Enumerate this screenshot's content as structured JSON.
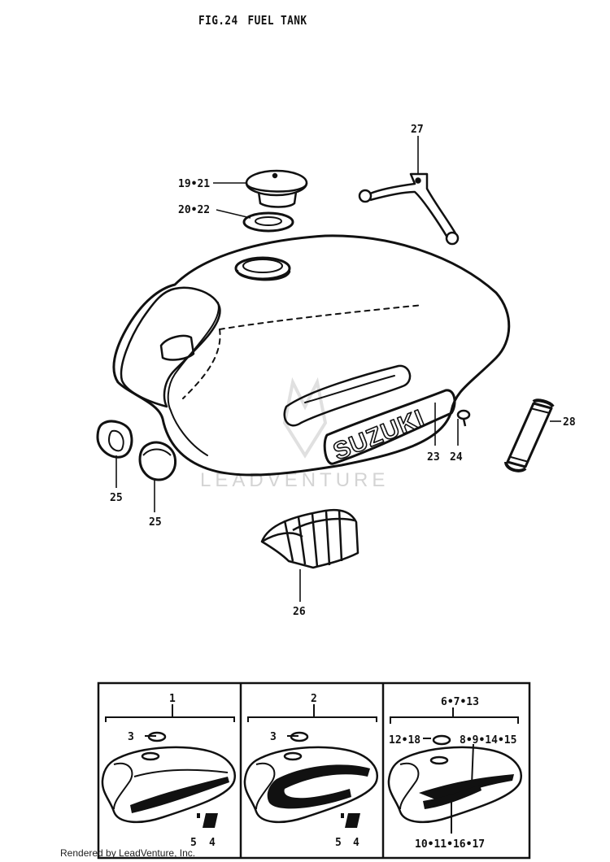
{
  "figure": {
    "number": "FIG.24",
    "title": "FUEL TANK"
  },
  "callouts": {
    "p19_21": "19•21",
    "p20_22": "20•22",
    "p27": "27",
    "p28": "28",
    "p23": "23",
    "p24": "24",
    "p25a": "25",
    "p25b": "25",
    "p26": "26"
  },
  "tank_badge_text": "SUZUKI",
  "watermark": "LEADVENTURE",
  "variants": [
    {
      "header": "1",
      "cap_label": "3",
      "bottom_left": "5",
      "bottom_right": "4"
    },
    {
      "header": "2",
      "cap_label": "3",
      "bottom_left": "5",
      "bottom_right": "4"
    },
    {
      "header": "6•7•13",
      "cap_label": "12•18",
      "right_label": "8•9•14•15",
      "bottom_label": "10•11•16•17"
    }
  ],
  "footer": "Rendered by LeadVenture, Inc."
}
